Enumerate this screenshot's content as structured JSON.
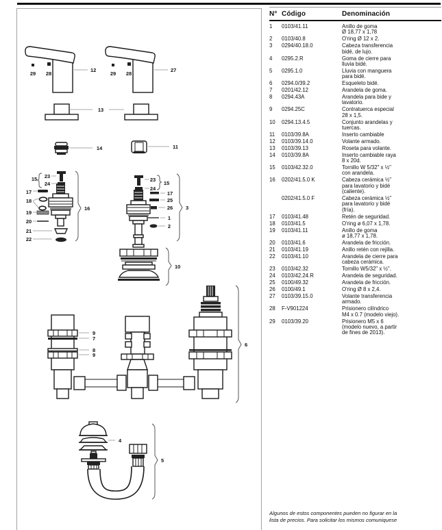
{
  "header": {
    "col_n": "N°",
    "col_code": "Código",
    "col_desc": "Denominación"
  },
  "table": {
    "rows": [
      {
        "n": "1",
        "code": "0103/41.11",
        "desc": "Anillo de goma\nØ 18,77 x 1,78"
      },
      {
        "n": "2",
        "code": "0103/40.8",
        "desc": "O'ring Ø 12 x 2."
      },
      {
        "n": "3",
        "code": "0294/40.18.0",
        "desc": "Cabeza transferencia\nbidé, de lujo."
      },
      {
        "n": "4",
        "code": "0295.2.R",
        "desc": "Goma de cierre para\nlluvia bidé."
      },
      {
        "n": "5",
        "code": "0295.1.0",
        "desc": "Lluvia con manguera\npara bidé."
      },
      {
        "n": "6",
        "code": "0294.0/39.2",
        "desc": "Esqueleto bidé."
      },
      {
        "n": "7",
        "code": "0201/42.12",
        "desc": "Arandela de goma."
      },
      {
        "n": "8",
        "code": "0294.43A",
        "desc": "Arandela para bide y\nlavatorio."
      },
      {
        "n": "9",
        "code": "0294.25C",
        "desc": "Contratuerca especial\n28 x 1,5."
      },
      {
        "n": "10",
        "code": "0294.13.4.5",
        "desc": "Conjunto arandelas y\ntuercas."
      },
      {
        "n": "11",
        "code": "0103/39.8A",
        "desc": "Inserto cambiable"
      },
      {
        "n": "12",
        "code": "0103/39.14.0",
        "desc": "Volante armado."
      },
      {
        "n": "13",
        "code": "0103/39.13",
        "desc": "Roseta para volante."
      },
      {
        "n": "14",
        "code": "0103/39.8A",
        "desc": "Inserto cambiable raya\n8 x 20d."
      },
      {
        "n": "15",
        "code": "0103/42.32.0",
        "desc": "Tornillo W 5/32\" x ½\"\ncon arandela."
      },
      {
        "n": "16",
        "code": "0202/41.5.0 K",
        "desc": "Cabeza cerámica ½\"\npara lavatorio y bidé\n(caliente)."
      },
      {
        "n": "",
        "code": "0202/41.5.0 F",
        "desc": "Cabeza cerámica ½\"\npara lavatorio y bidé\n(fría)."
      },
      {
        "n": "17",
        "code": "0103/41.48",
        "desc": "Retén de seguridad."
      },
      {
        "n": "18",
        "code": "0103/41.5",
        "desc": "O'ring ø 6,07 x 1,78."
      },
      {
        "n": "19",
        "code": "0103/41.11",
        "desc": "Anillo de goma\nø 18,77 x 1,78."
      },
      {
        "n": "20",
        "code": "0103/41.6",
        "desc": "Arandela de fricción."
      },
      {
        "n": "21",
        "code": "0103/41.19",
        "desc": "Anillo retén con rejilla."
      },
      {
        "n": "22",
        "code": "0103/41.10",
        "desc": "Arandela de cierre para\ncabeza cerámica."
      },
      {
        "n": "23",
        "code": "0103/42.32",
        "desc": "Tornillo W5/32\" x ½\"."
      },
      {
        "n": "24",
        "code": "0103/42.24.R",
        "desc": "Arandela de seguridad."
      },
      {
        "n": "25",
        "code": "0100/49.32",
        "desc": "Arandela de fricción."
      },
      {
        "n": "26",
        "code": "0100/49.1",
        "desc": "O'ring Ø 8 x 2,4."
      },
      {
        "n": "27",
        "code": "0103/39.15.0",
        "desc": "Volante transferencia\narmado."
      },
      {
        "n": "28",
        "code": "F-V901224",
        "desc": "Prisionero cilíndrico\nM4 x 0.7 (modelo viejo)."
      },
      {
        "n": "29",
        "code": "0103/39.20",
        "desc": "Prisionero M5 x 6\n(modelo nuevo, a partir\nde fines de 2013)."
      }
    ]
  },
  "footnote": {
    "text": "Algunos de estos componentes pueden no figurar en la\nlista de precios. Para solicitar los mismos comuniquese"
  },
  "diagram": {
    "callouts": {
      "volante_left": "12",
      "volante_right": "27",
      "prisionero_new_left": "29",
      "prisionero_old_left": "28",
      "prisionero_new_right": "29",
      "prisionero_old_right": "28",
      "roseta": "13",
      "inserto_raya": "14",
      "inserto": "11",
      "tornillo_grupo_left": "15",
      "tornillo_left": "23",
      "arandela_seg_left": "24",
      "reten_left": "17",
      "oring_left": "18",
      "anillo_goma_left": "19",
      "arandela_fric_left": "20",
      "anillo_rejilla": "21",
      "arandela_cierre": "22",
      "cabeza_ceramica": "16",
      "tornillo_right": "23",
      "arandela_seg_right": "24",
      "tornillo_grupo_right": "15",
      "reten_right": "17",
      "arandela_fric_right": "25",
      "oring_small_right": "26",
      "anillo_goma_right": "1",
      "oring_right": "2",
      "cabeza_transferencia": "3",
      "conjunto_arandelas": "10",
      "contratuerca_top": "9",
      "arandela_goma": "7",
      "arandela_bide": "8",
      "contratuerca_bottom": "9",
      "esqueleto": "6",
      "goma_cierre": "4",
      "lluvia_manguera": "5"
    }
  },
  "colors": {
    "ink": "#1b1b1b",
    "leader": "#a8a8a8",
    "rule": "#101010",
    "box_border": "#a3a3a3"
  }
}
